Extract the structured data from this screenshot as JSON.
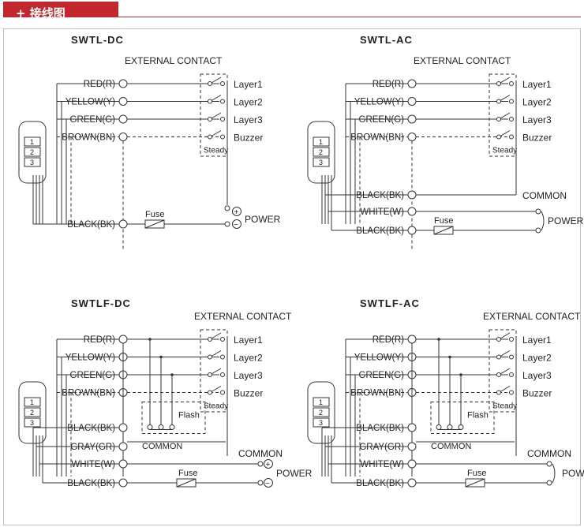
{
  "header": {
    "title": "+ 接线图",
    "accent_color": "#c1272d"
  },
  "diagrams": [
    {
      "title": "SWTL-DC",
      "external_contact": "EXTERNAL CONTACT",
      "wires": [
        "RED(R)",
        "YELLOW(Y)",
        "GREEN(G)",
        "BROWN(BN)",
        "BLACK(BK)"
      ],
      "layers": [
        "Layer1",
        "Layer2",
        "Layer3",
        "Buzzer"
      ],
      "steady": "Steady",
      "fuse": "Fuse",
      "power": "POWER",
      "plus": "+",
      "minus": "−",
      "light_labels": [
        "1",
        "2",
        "3"
      ]
    },
    {
      "title": "SWTL-AC",
      "external_contact": "EXTERNAL CONTACT",
      "wires": [
        "RED(R)",
        "YELLOW(Y)",
        "GREEN(G)",
        "BROWN(BN)",
        "BLACK(BK)",
        "WHITE(W)",
        "BLACK(BK)"
      ],
      "layers": [
        "Layer1",
        "Layer2",
        "Layer3",
        "Buzzer"
      ],
      "steady": "Steady",
      "common": "COMMON",
      "fuse": "Fuse",
      "power": "POWER",
      "light_labels": [
        "1",
        "2",
        "3"
      ]
    },
    {
      "title": "SWTLF-DC",
      "external_contact": "EXTERNAL CONTACT",
      "wires": [
        "RED(R)",
        "YELLOW(Y)",
        "GREEN(G)",
        "BROWN(BN)",
        "BLACK(BK)",
        "GRAY(GR)",
        "WHITE(W)",
        "BLACK(BK)"
      ],
      "layers": [
        "Layer1",
        "Layer2",
        "Layer3",
        "Buzzer"
      ],
      "steady": "Steady",
      "flash": "Flash",
      "common_inner": "COMMON",
      "common": "COMMON",
      "fuse": "Fuse",
      "power": "POWER",
      "plus": "+",
      "minus": "−",
      "light_labels": [
        "1",
        "2",
        "3"
      ]
    },
    {
      "title": "SWTLF-AC",
      "external_contact": "EXTERNAL CONTACT",
      "wires": [
        "RED(R)",
        "YELLOW(Y)",
        "GREEN(G)",
        "BROWN(BN)",
        "BLACK(BK)",
        "GRAY(GR)",
        "WHITE(W)",
        "BLACK(BK)"
      ],
      "layers": [
        "Layer1",
        "Layer2",
        "Layer3",
        "Buzzer"
      ],
      "steady": "Steady",
      "flash": "Flash",
      "common_inner": "COMMON",
      "common": "COMMON",
      "fuse": "Fuse",
      "power": "POWER",
      "light_labels": [
        "1",
        "2",
        "3"
      ]
    }
  ]
}
